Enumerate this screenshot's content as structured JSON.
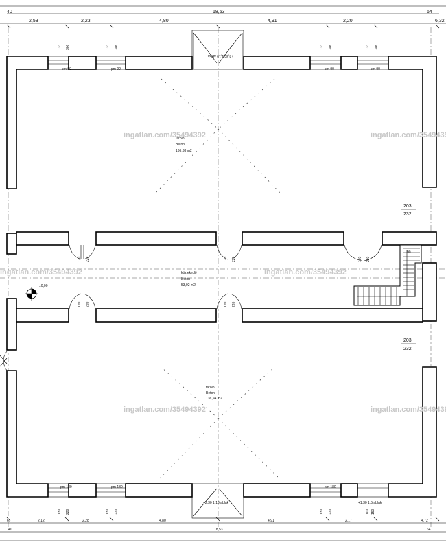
{
  "top_dims": {
    "header_left": "40",
    "header_total": "18,53",
    "header_right": "64",
    "segments": [
      "2,53",
      "2,23",
      "4,80",
      "4,91",
      "2,20",
      "6,32"
    ]
  },
  "top_windows": [
    {
      "label": "pm 90",
      "dim_a": "133",
      "dim_b": "306"
    },
    {
      "label": "pm 90",
      "dim_a": "133",
      "dim_b": "306"
    },
    {
      "label": "pm 90",
      "dim_a": "133",
      "dim_b": "306"
    },
    {
      "label": "pm 90",
      "dim_a": "133",
      "dim_b": "306"
    }
  ],
  "top_door_label": "+2,30 1,10 ablak",
  "rooms": {
    "upper": {
      "name": "tároló",
      "floor": "Beton",
      "area": "136,38 m2"
    },
    "corridor": {
      "name": "közlekedő",
      "floor": "Beton",
      "area": "53,92 m2"
    },
    "lower": {
      "name": "tároló",
      "floor": "Beton",
      "area": "136,94 m2"
    }
  },
  "level_mark": "±0,00",
  "side_dims": {
    "upper": [
      "203",
      "232"
    ],
    "lower": [
      "203",
      "232"
    ]
  },
  "corridor_doors": {
    "upper_row": [
      {
        "a": "120",
        "b": "220"
      },
      {
        "a": "120",
        "b": "220"
      },
      {
        "a": "180",
        "b": "220"
      }
    ],
    "lower_row": [
      {
        "a": "120",
        "b": "220"
      },
      {
        "a": "120",
        "b": "220"
      }
    ]
  },
  "stair_label": "90",
  "bottom_windows": [
    {
      "label": "pm 180",
      "dim_a": "130",
      "dim_b": "220"
    },
    {
      "label": "pm 180",
      "dim_a": "130",
      "dim_b": "220"
    },
    {
      "label": "pm 180",
      "dim_a": "130",
      "dim_b": "220"
    },
    {
      "label": "",
      "dim_a": "100",
      "dim_b": "150"
    }
  ],
  "bottom_door_label": "+2,30 1,10 ablak",
  "bottom_right_window_label": "+1,30 1,5 ablak",
  "bottom_dims": {
    "segments": [
      "2,12",
      "2,28",
      "4,80",
      "4,91",
      "2,17",
      "4,72"
    ],
    "footer_left": "40",
    "footer_total": "18,53",
    "footer_right": "64",
    "extra": "67"
  },
  "watermarks": [
    "ingatlan.com/35494392",
    "ingatlan.com/35494392",
    "ingatlan.com/35494392",
    "ingatlan.com/35494392",
    "ingatlan.com/35494392",
    "ingatlan.com/35494392"
  ]
}
